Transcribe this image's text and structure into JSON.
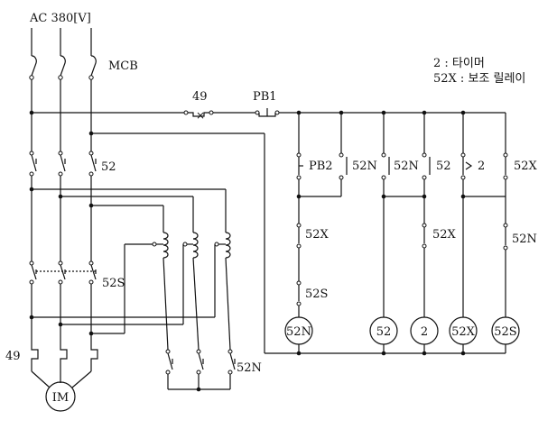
{
  "supply": {
    "label": "AC 380[V]"
  },
  "labels": {
    "mcb": "MCB",
    "relay_49": "49",
    "pb1": "PB1",
    "pb2": "PB2",
    "c52n_a": "52N",
    "c52n_b": "52N",
    "c52": "52",
    "timer_contact": "2",
    "c52x_top": "52X",
    "c52x_left": "52X",
    "c52x_mid": "52X",
    "c52n_right": "52N",
    "c52s_ctrl": "52S",
    "main_52": "52",
    "main_52s": "52S",
    "overload_49": "49",
    "star_52n": "52N",
    "motor": "IM"
  },
  "coils": [
    "52N",
    "52",
    "2",
    "52X",
    "52S"
  ],
  "legend": {
    "line1": "2 : 타이머",
    "line2": "52X : 보조 릴레이"
  }
}
